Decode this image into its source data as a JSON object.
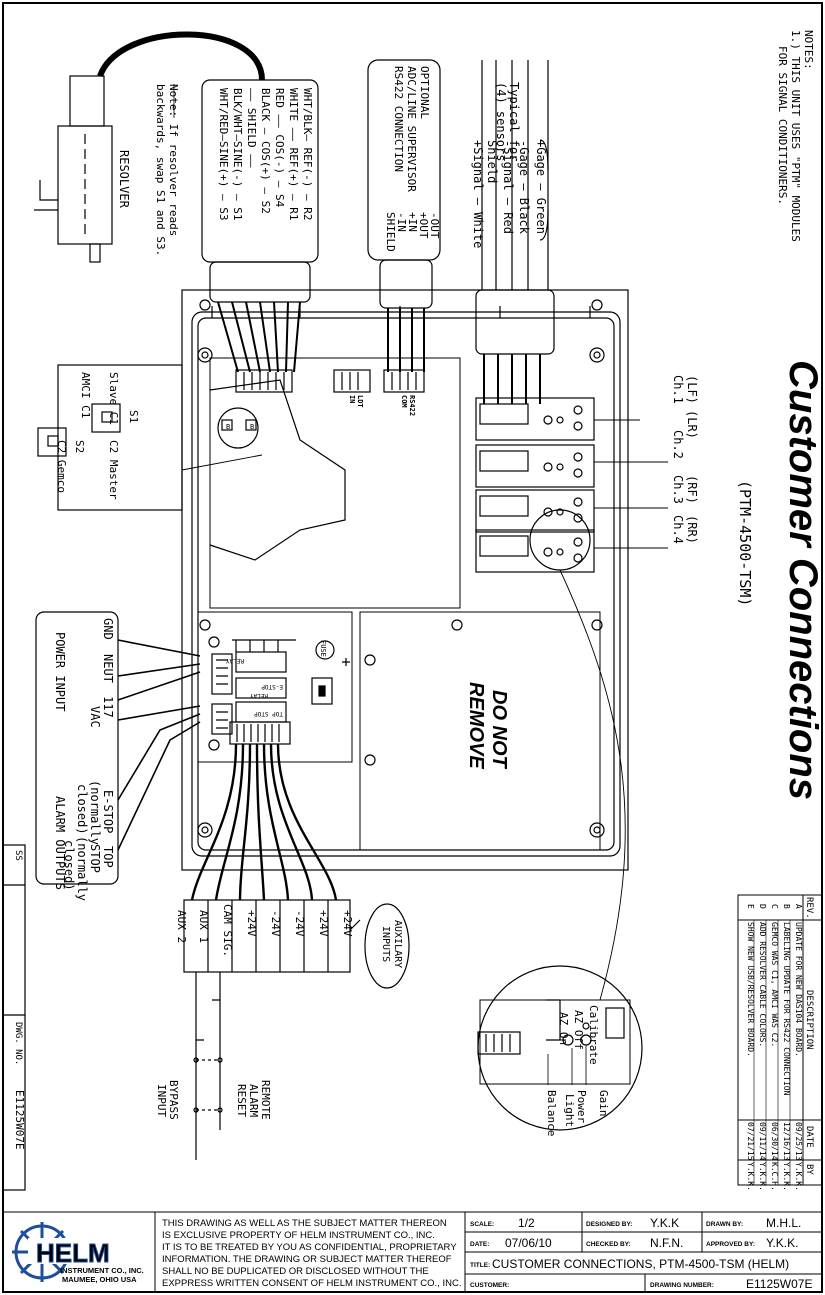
{
  "notes": {
    "heading": "NOTES:",
    "line1": "1.) THIS UNIT USES \"PTM\" MODULES",
    "line2": "FOR SIGNAL CONDITIONERS."
  },
  "title": {
    "main": "Customer Connections",
    "sub": "(PTM-4500-TSM)"
  },
  "sensors": {
    "typical": "Typical for",
    "count": "(4) sensors",
    "wires": [
      "+Gage — Green",
      "-Gage — Black",
      "-Signal — Red",
      "Shield",
      "+Signal — White"
    ]
  },
  "channels": [
    {
      "pos": "(LF)",
      "name": "Ch.1"
    },
    {
      "pos": "(LR)",
      "name": "Ch.2"
    },
    {
      "pos": "(RF)",
      "name": "Ch.3"
    },
    {
      "pos": "(RR)",
      "name": "Ch.4"
    }
  ],
  "optional": {
    "lines": [
      "OPTIONAL",
      "ADC/LINE SUPERVISOR",
      "RS422 CONNECTION"
    ],
    "pins": [
      "-OUT",
      "+OUT",
      "+IN",
      "-IN",
      "SHIELD"
    ]
  },
  "resolver": {
    "label": "RESOLVER",
    "wires": [
      "WHT/BLK— REF(-) — R2",
      "WHITE —— REF(+) — R1",
      "RED —— COS(-) — S4",
      "BLACK — COS(+) — S2",
      "—— SHIELD ——",
      "BLK/WHT—SINE(-) — S1",
      "WHT/RED—SINE(+) — S3"
    ],
    "note": "Note: If resolver reads",
    "note2": "backwards, swap S1 and S3."
  },
  "board": {
    "rs422": "RS422",
    "com": "COM",
    "ldt": "LDT",
    "in": "IN",
    "fuse": "FUSE",
    "estop": "E-STOP",
    "relay": "RELAY",
    "topstop": "TOP STOP",
    "b": "B"
  },
  "switches": {
    "s1": "S1",
    "s2": "S2",
    "slave": "Slave C1",
    "master": "C2 Master",
    "amci": "AMCI C1",
    "gemco": "C2 Gemco"
  },
  "donot": {
    "line1": "DO NOT",
    "line2": "REMOVE"
  },
  "power": {
    "gnd": "GND",
    "neut": "NEUT",
    "v117": "117",
    "vac": "VAC",
    "label": "POWER INPUT"
  },
  "alarm": {
    "estop": "E-STOP",
    "nc1": "(normally",
    "nc2": "closed)",
    "topstop": "TOP",
    "stop": "STOP",
    "label": "ALARM OUTPUTS"
  },
  "aux": {
    "label1": "AUXILARY",
    "label2": "INPUTS",
    "terms": [
      "+24V",
      "+24V",
      "-24V",
      "-24V",
      "+24V",
      "CAM SIG.",
      "AUX 1",
      "AUX 2"
    ],
    "remote": [
      "REMOTE",
      "ALARM",
      "RESET"
    ],
    "bypass": [
      "BYPASS",
      "INPUT"
    ]
  },
  "module": {
    "calibrate": "Calibrate",
    "azoff": "AZ Off",
    "azon": "AZ On",
    "gain": "Gain",
    "power": "Power",
    "light": "Light",
    "balance": "Balance"
  },
  "revisions": {
    "headers": {
      "rev": "REV.",
      "desc": "DESCRIPTION",
      "date": "DATE",
      "by": "BY"
    },
    "rows": [
      {
        "rev": "A",
        "desc": "UPDATE FOR NEW DAS104 BOARD.",
        "date": "09/25/13",
        "by": "Y.K.K."
      },
      {
        "rev": "B",
        "desc": "LABELING UPDATE FOR RS422 CONNECTION",
        "date": "12/16/13",
        "by": "Y.K.K."
      },
      {
        "rev": "C",
        "desc": "GEMCO WAS C1, AMCI WAS C2.",
        "date": "06/30/14",
        "by": "K.C.H."
      },
      {
        "rev": "D",
        "desc": "ADD RESOLVER CABLE COLORS.",
        "date": "09/11/14",
        "by": "Y.K.K."
      },
      {
        "rev": "E",
        "desc": "SHOW NEW USB/RESOLVER BOARD.",
        "date": "07/21/15",
        "by": "Y.K.K."
      }
    ]
  },
  "side": {
    "ss": "SS",
    "dwg": "DWG. NO.",
    "num": "E1125W07E"
  },
  "titleblock": {
    "disclaimer": [
      "THIS DRAWING AS WELL AS THE SUBJECT MATTER THEREON",
      "IS EXCLUSIVE PROPERTY OF HELM INSTRUMENT CO., INC.",
      "IT IS TO BE TREATED BY YOU AS CONFIDENTIAL, PROPRIETARY",
      "INFORMATION. THE DRAWING OR SUBJECT MATTER THEREOF",
      "SHALL NO BE DUPLICATED OR DISCLOSED WITHOUT THE",
      "EXPPRESS WRITTEN CONSENT OF HELM INSTRUMENT CO., INC."
    ],
    "scale_l": "SCALE:",
    "scale": "1/2",
    "designed_l": "DESIGNED BY:",
    "designed": "Y.K.K",
    "drawn_l": "DRAWN BY:",
    "drawn": "M.H.L.",
    "date_l": "DATE:",
    "date": "07/06/10",
    "checked_l": "CHECKED BY:",
    "checked": "N.F.N.",
    "approved_l": "APPROVED BY:",
    "approved": "Y.K.K.",
    "title_l": "TITLE:",
    "title": "CUSTOMER CONNECTIONS, PTM-4500-TSM (HELM)",
    "customer_l": "CUSTOMER:",
    "drawing_l": "DRAWING NUMBER:",
    "drawing": "E1125W07E",
    "logo": "HELM",
    "company": "INSTRUMENT CO., INC.",
    "city": "MAUMEE, OHIO USA"
  },
  "colors": {
    "ink": "#000000",
    "logo": "#1f4e9c",
    "logo_red": "#c0282d"
  }
}
